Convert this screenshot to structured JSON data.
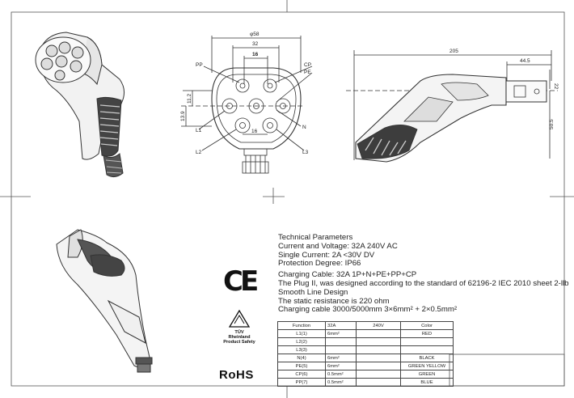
{
  "drawing": {
    "front_view": {
      "dims": {
        "outer": "φ58",
        "top": "32",
        "inner_top": "16",
        "inner_bottom": "16",
        "left_a": "11.2",
        "left_b": "13.9"
      },
      "pin_labels": {
        "pp": "PP",
        "cp": "CP",
        "pe": "PE",
        "l1": "L1",
        "n": "N",
        "l2": "L2",
        "l3": "L3"
      }
    },
    "side_view": {
      "dims": {
        "length": "205",
        "head": "44.5",
        "tip": "22",
        "height": "50.5"
      }
    }
  },
  "specs": {
    "heading": "Technical Parameters",
    "lines": [
      "Current and Voltage: 32A 240V AC",
      "Single Current: 2A <30V DV",
      "Protection Degree: IP66"
    ],
    "lines2": [
      "Charging Cable: 32A 1P+N+PE+PP+CP",
      "The Plug II, was designed according to the standard of 62196-2 IEC 2010 sheet 2-llb",
      "Smooth Line Design",
      "The static resistance is 220 ohm",
      "Charging cable 3000/5000mm 3×6mm² + 2×0.5mm²"
    ]
  },
  "marks": {
    "ce": "CE",
    "tuv_lines": [
      "TÜV",
      "Rheinland",
      "Product Safety"
    ],
    "rohs": "RoHS"
  },
  "table": {
    "header": [
      "Function",
      "32A",
      "240V",
      "Color"
    ],
    "rows": [
      [
        "L1(1)",
        "6mm²",
        "",
        "RED"
      ],
      [
        "L2(2)",
        "",
        "",
        ""
      ],
      [
        "L3(3)",
        "",
        "",
        ""
      ],
      [
        "N(4)",
        "6mm²",
        "",
        "BLACK"
      ],
      [
        "PE(5)",
        "6mm²",
        "",
        "GREEN YELLOW"
      ],
      [
        "CP(6)",
        "0.5mm²",
        "",
        "GREEN"
      ],
      [
        "PP(7)",
        "0.5mm²",
        "",
        "BLUE"
      ]
    ]
  }
}
